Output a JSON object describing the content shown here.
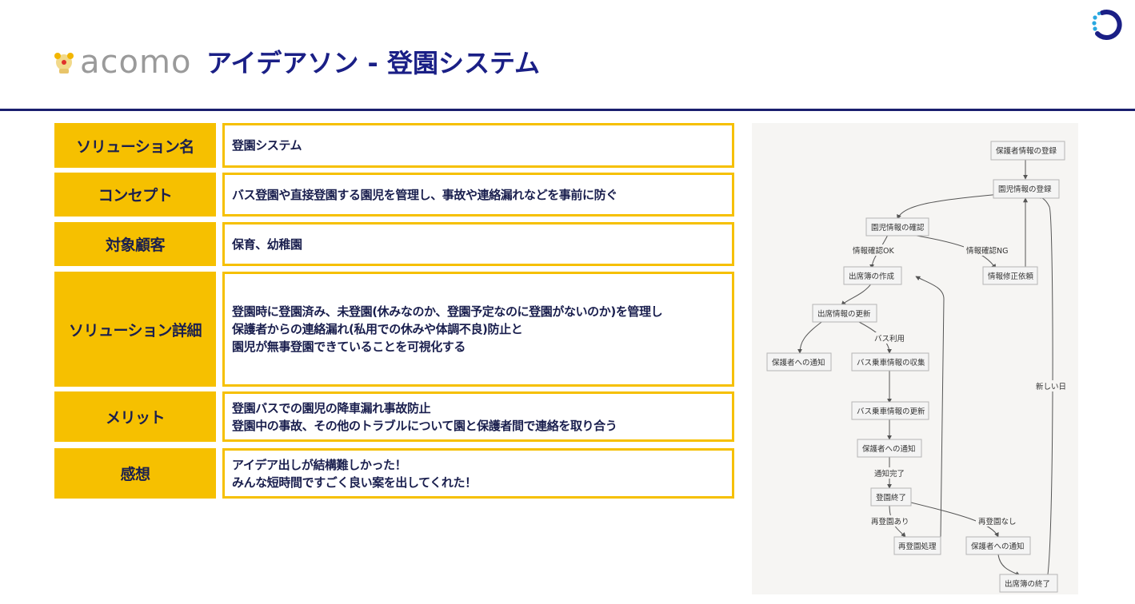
{
  "header": {
    "logo_text": "acomo",
    "title": "アイデアソン - 登園システム"
  },
  "rows": [
    {
      "label": "ソリューション名",
      "value": "登園システム"
    },
    {
      "label": "コンセプト",
      "value": "バス登園や直接登園する園児を管理し、事故や連絡漏れなどを事前に防ぐ"
    },
    {
      "label": "対象顧客",
      "value": "保育、幼稚園"
    },
    {
      "label": "ソリューション詳細",
      "value": "登園時に登園済み、未登園(休みなのか、登園予定なのに登園がないのか)を管理し\n保護者からの連絡漏れ(私用での休みや体調不良)防止と\n園児が無事登園できていることを可視化する"
    },
    {
      "label": "メリット",
      "value": "登園バスでの園児の降車漏れ事故防止\n登園中の事故、その他のトラブルについて園と保護者間で連絡を取り合う"
    },
    {
      "label": "感想",
      "value": "アイデア出しが結構難しかった！\nみんな短時間ですごく良い案を出してくれた！"
    }
  ],
  "diagram": {
    "nodes": {
      "guardian_register": "保護者情報の登録",
      "child_register": "園児情報の登録",
      "child_confirm": "園児情報の確認",
      "attendance_create": "出席簿の作成",
      "info_fix_request": "情報修正依頼",
      "attendance_update": "出席情報の更新",
      "notify_guardian_1": "保護者への通知",
      "bus_collect": "バス乗車情報の収集",
      "bus_update": "バス乗車情報の更新",
      "notify_guardian_2": "保護者への通知",
      "arrival_end": "登園終了",
      "re_arrival_process": "再登園処理",
      "notify_guardian_3": "保護者への通知",
      "attendance_end": "出席簿の終了"
    },
    "edge_labels": {
      "info_ok": "情報確認OK",
      "info_ng": "情報確認NG",
      "bus_use": "バス利用",
      "notify_done": "通知完了",
      "re_arrival_yes": "再登園あり",
      "re_arrival_no": "再登園なし",
      "new_day": "新しい日"
    }
  }
}
